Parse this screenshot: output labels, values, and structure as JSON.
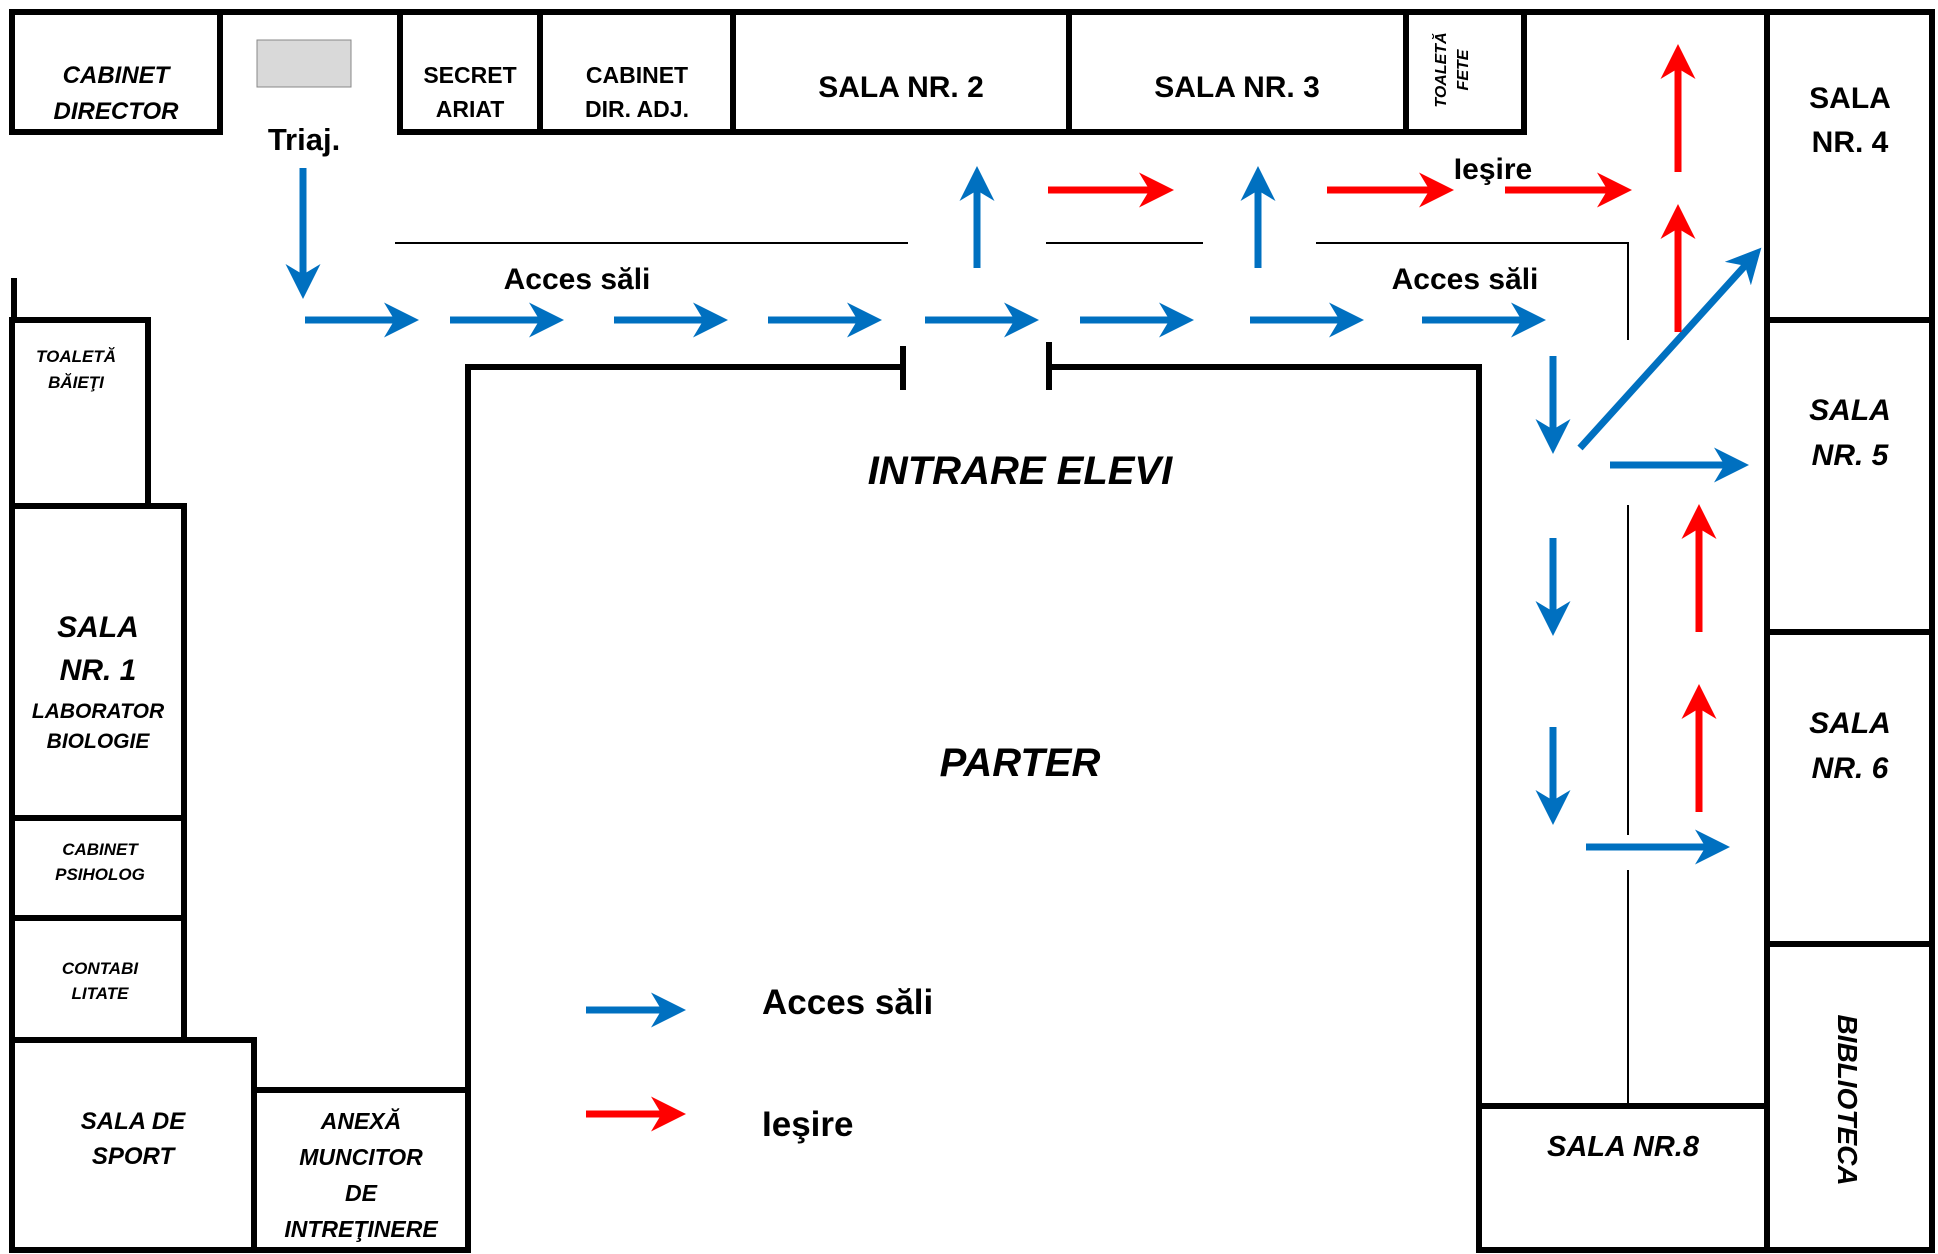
{
  "colors": {
    "access_arrow": "#0070c0",
    "exit_arrow": "#ff0000",
    "biology_lab": "#99cc00",
    "psychologist": "#ffff00",
    "library": "#cc99ff",
    "triage_box": "#d9d9d9",
    "wall": "#000000"
  },
  "rooms": {
    "cabinet_director": [
      "CABINET",
      "DIRECTOR"
    ],
    "secretariat": [
      "SECRET",
      "ARIAT"
    ],
    "cabinet_dir_adj": [
      "CABINET",
      "DIR. ADJ."
    ],
    "sala_2": "SALA NR. 2",
    "sala_3": "SALA NR. 3",
    "toaleta_fete": [
      "TOALETĂ",
      "FETE"
    ],
    "sala_4": [
      "SALA",
      "NR. 4"
    ],
    "sala_5": [
      "SALA",
      "NR. 5"
    ],
    "sala_6": [
      "SALA",
      "NR. 6"
    ],
    "biblioteca": "BIBLIOTECA",
    "sala_8": "SALA NR.8",
    "toaleta_baieti": [
      "TOALETĂ",
      "BĂIEŢI"
    ],
    "sala_1": [
      "SALA",
      "NR. 1",
      "LABORATOR",
      "BIOLOGIE"
    ],
    "cabinet_psiholog": [
      "CABINET",
      "PSIHOLOG"
    ],
    "contabilitate": [
      "CONTABI",
      "LITATE"
    ],
    "sala_sport": [
      "SALA DE",
      "SPORT"
    ],
    "anexa": [
      "ANEXĂ",
      "MUNCITOR",
      "DE",
      "INTREŢINERE"
    ]
  },
  "labels": {
    "triaj": "Triaj.",
    "acces_sali": "Acces săli",
    "iesire": "Ieşire",
    "intrare_elevi": "INTRARE ELEVI",
    "parter": "PARTER"
  },
  "legend": {
    "access_label": "Acces săli",
    "exit_label": "Ieşire"
  }
}
